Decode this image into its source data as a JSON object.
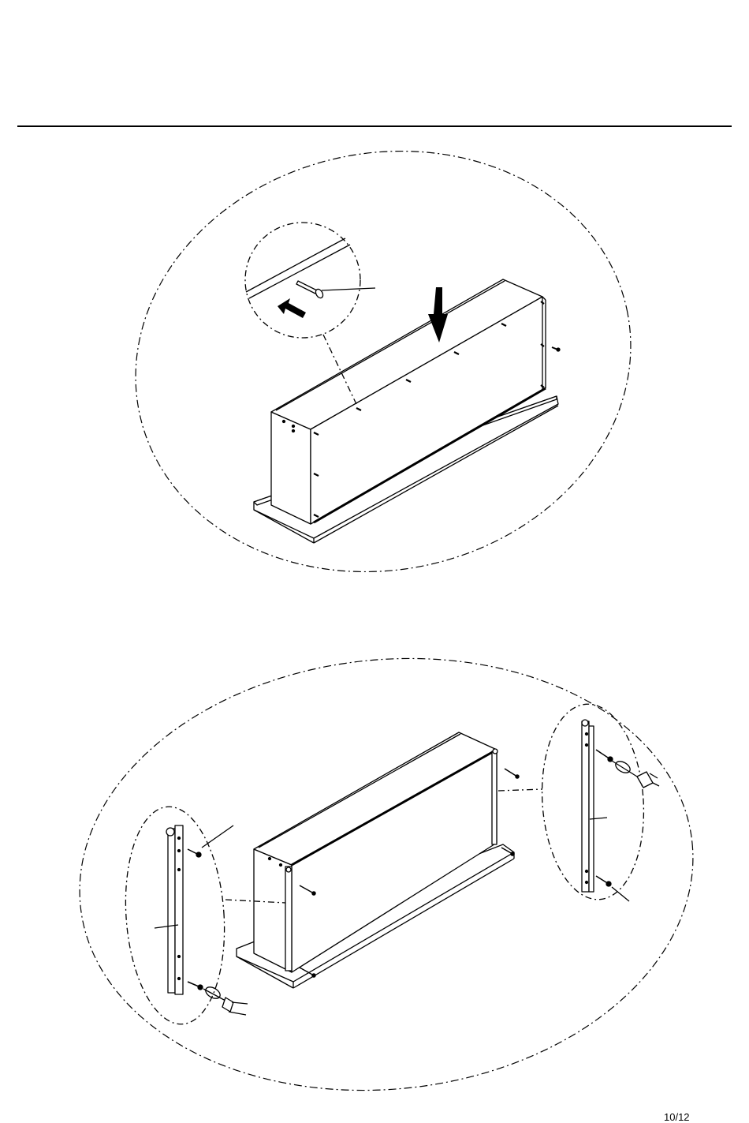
{
  "document": {
    "page_number": "10/12",
    "colors": {
      "ink": "#000000",
      "paper": "#ffffff"
    },
    "steps": [
      {
        "name": "step-top",
        "callouts": [
          "nail-detail-callout"
        ],
        "parts": [
          "cabinet-body",
          "back-panel",
          "base-board",
          "nails"
        ]
      },
      {
        "name": "step-bottom",
        "callouts": [
          "left-drawer-slide-callout",
          "right-drawer-slide-callout"
        ],
        "parts": [
          "cabinet-body",
          "drawer-slides",
          "screws",
          "screwdriver"
        ]
      }
    ]
  }
}
